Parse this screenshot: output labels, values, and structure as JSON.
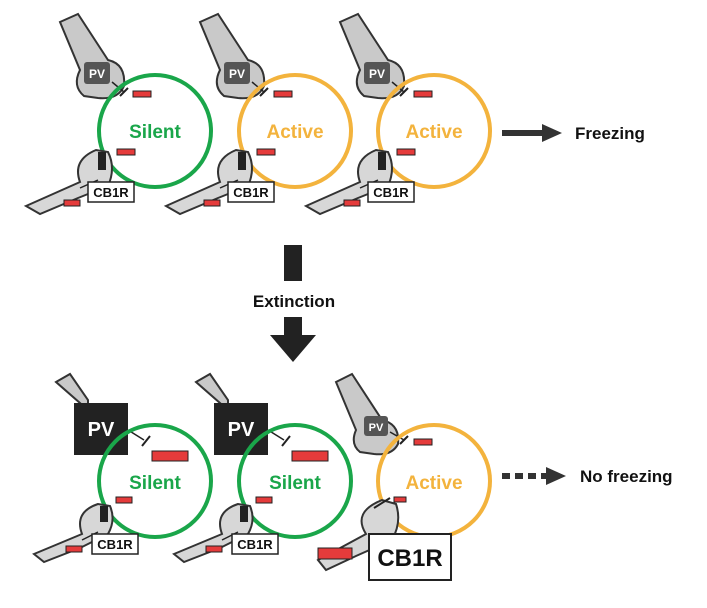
{
  "colors": {
    "silent": "#1aa64a",
    "active": "#f3b33d",
    "red": "#e53b3b",
    "dark": "#222222",
    "grey_fill": "#d7d7d7",
    "grey_stroke": "#333333"
  },
  "top_row": {
    "cells": [
      {
        "state": "Silent",
        "pv": "PV",
        "cb1r": "CB1R"
      },
      {
        "state": "Active",
        "pv": "PV",
        "cb1r": "CB1R"
      },
      {
        "state": "Active",
        "pv": "PV",
        "cb1r": "CB1R"
      }
    ],
    "outcome": "Freezing"
  },
  "middle": {
    "label": "Extinction"
  },
  "bottom_row": {
    "cells": [
      {
        "state": "Silent",
        "pv": "PV",
        "cb1r": "CB1R"
      },
      {
        "state": "Silent",
        "pv": "PV",
        "cb1r": "CB1R"
      },
      {
        "state": "Active",
        "pv": "PV",
        "cb1r": "CB1R"
      }
    ],
    "outcome": "No freezing"
  }
}
